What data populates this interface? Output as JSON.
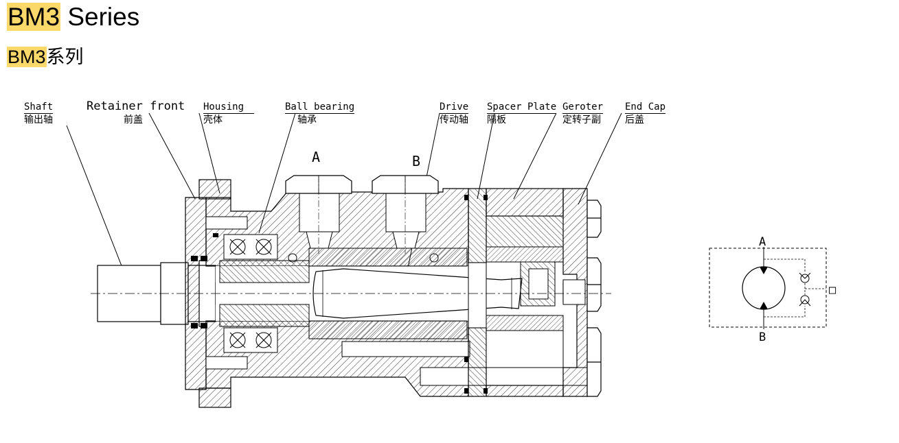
{
  "header": {
    "title_code": "BM3",
    "title_rest": " Series",
    "sub_code": "BM3",
    "sub_rest": "系列"
  },
  "labels": [
    {
      "en": "Shaft",
      "cn": "输出轴"
    },
    {
      "en": "Retainer front",
      "cn": "前盖"
    },
    {
      "en": "Housing",
      "cn": "壳体"
    },
    {
      "en": "Ball bearing",
      "cn": "轴承"
    },
    {
      "en": "Drive",
      "cn": "传动轴"
    },
    {
      "en": "Spacer Plate",
      "cn": "隔板"
    },
    {
      "en": "Geroter",
      "cn": "定转子副"
    },
    {
      "en": "End Cap",
      "cn": "后盖"
    }
  ],
  "ports": {
    "a": "A",
    "b": "B"
  },
  "symbol": {
    "a": "A",
    "b": "B",
    "drain": "□"
  }
}
